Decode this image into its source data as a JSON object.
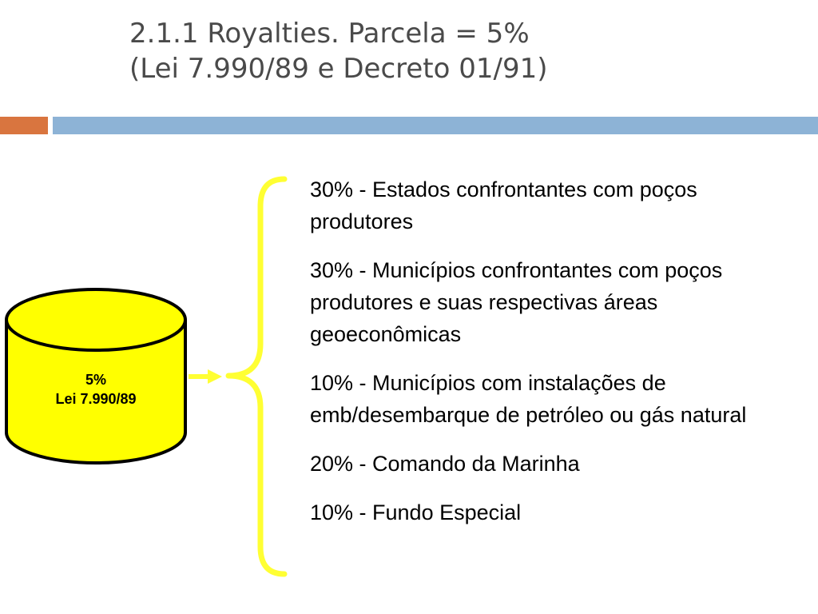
{
  "slide": {
    "title_line1": "2.1.1 Royalties. Parcela = 5%",
    "title_line2": "(Lei 7.990/89 e Decreto 01/91)"
  },
  "cylinder": {
    "line1": "5%",
    "line2": "Lei 7.990/89",
    "fill_color": "#ffff00",
    "stroke_color": "#000000"
  },
  "connector": {
    "color": "#ffff33"
  },
  "distribution": [
    "30% - Estados confrontantes com poços produtores",
    "30% - Municípios confrontantes com poços produtores e suas respectivas áreas geoeconômicas",
    "10% - Municípios com instalações de emb/desembarque de petróleo ou gás natural",
    "20% - Comando da Marinha",
    "10% - Fundo Especial"
  ],
  "accent_colors": {
    "orange_bar": "#d9753f",
    "blue_bar": "#8db3d6"
  }
}
